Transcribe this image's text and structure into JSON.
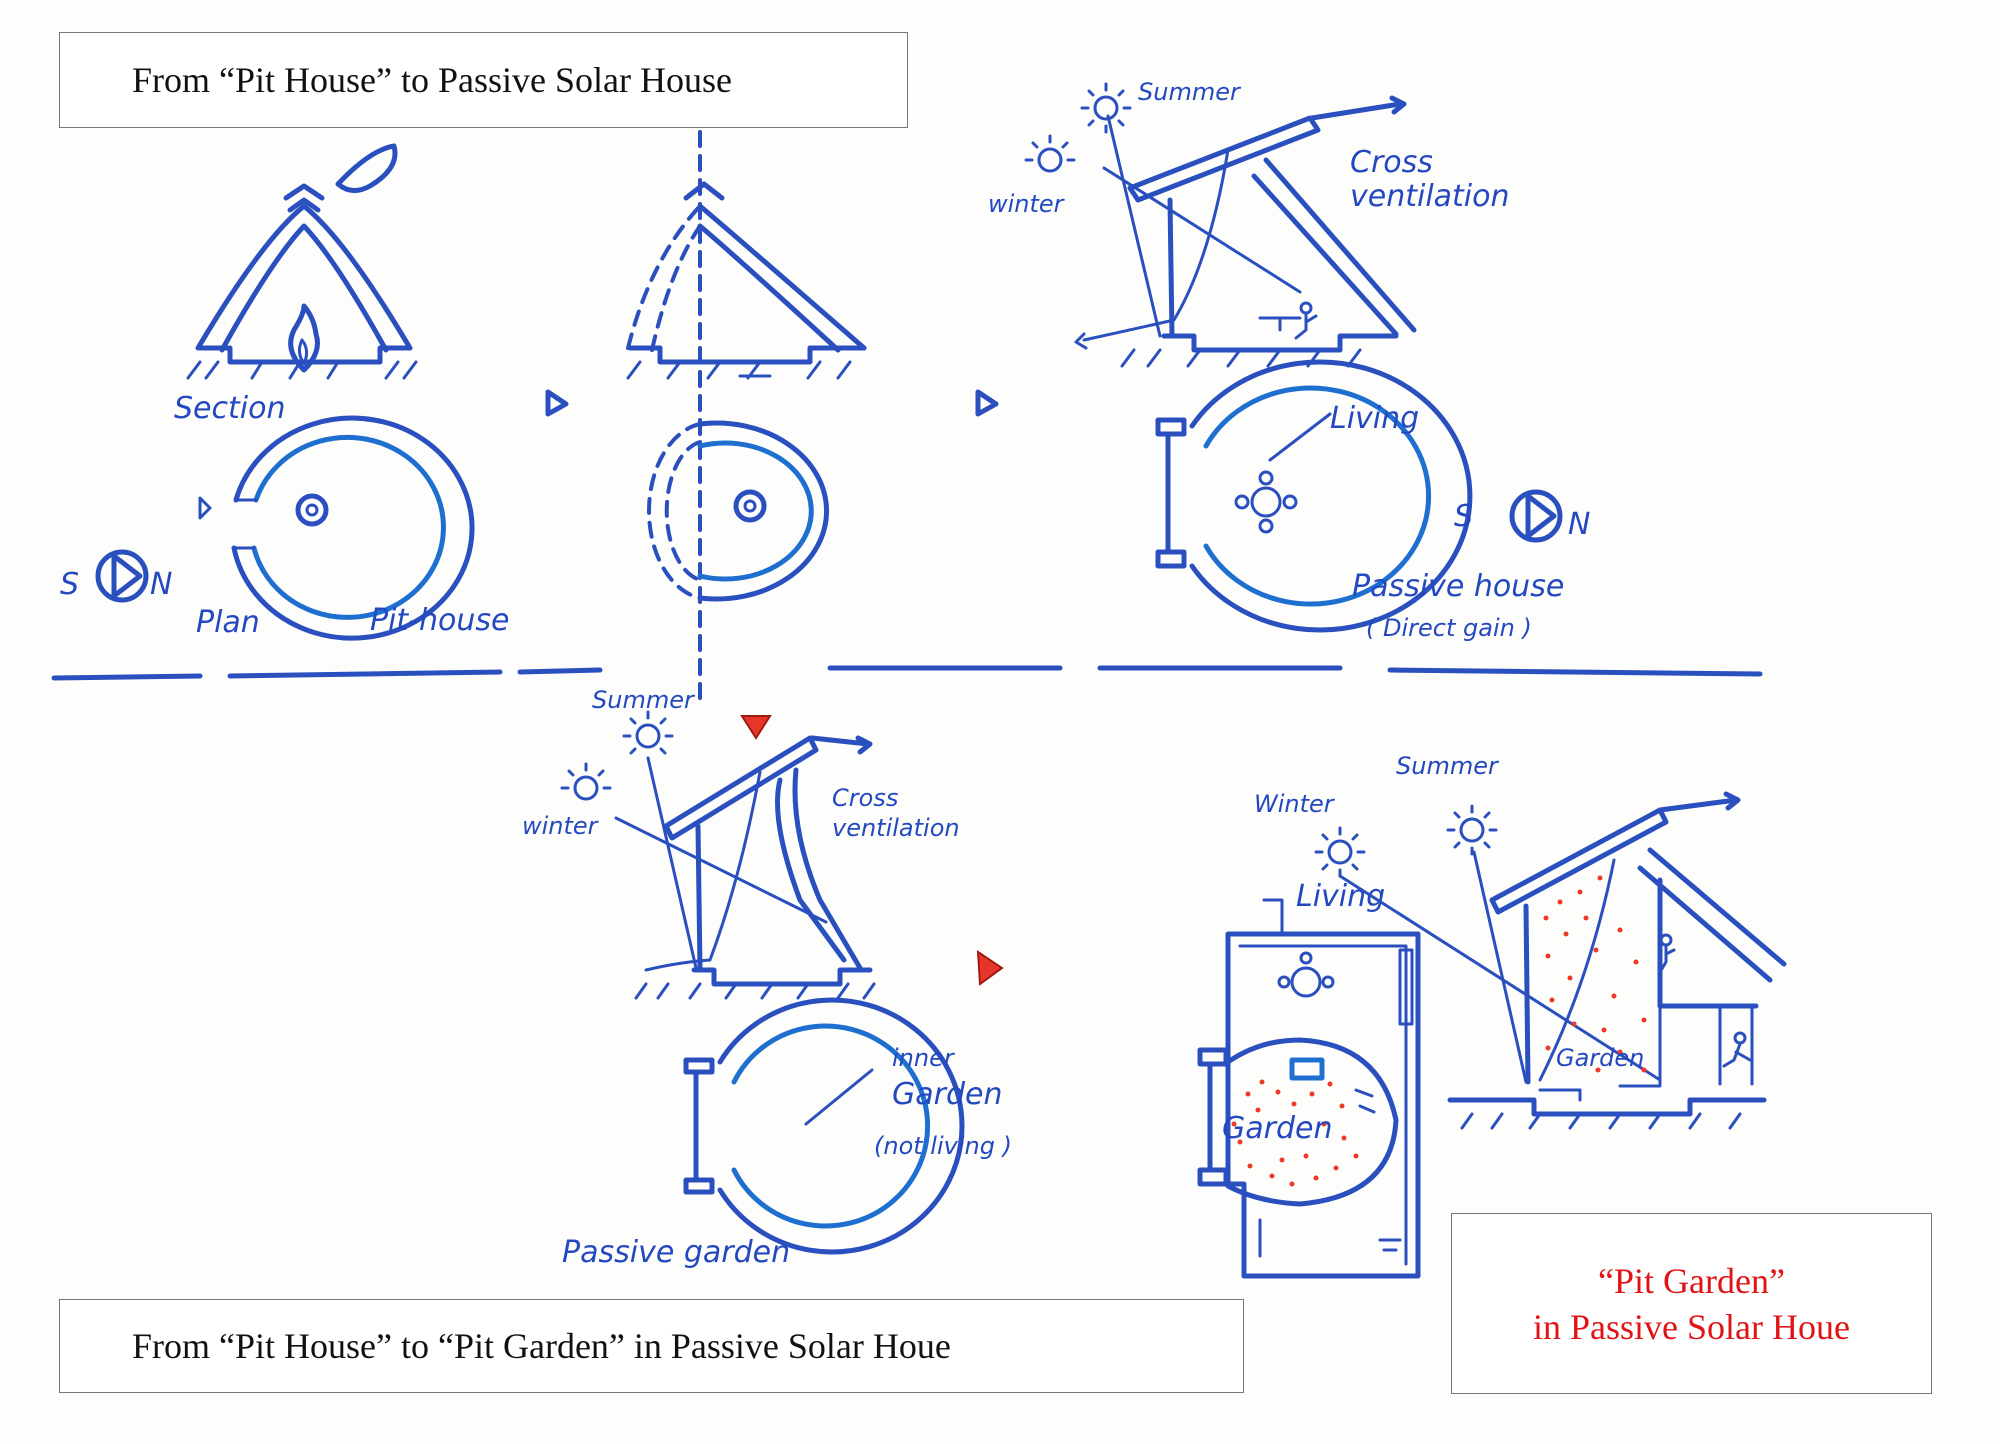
{
  "titles": {
    "top": "From “Pit House” to Passive Solar House",
    "bottom": "From “Pit House” to “Pit Garden” in Passive Solar Houe",
    "red_line1": "“Pit Garden”",
    "red_line2": "in Passive Solar Houe"
  },
  "labels": {
    "section": "Section",
    "plan": "Plan",
    "pit_house": "Pit-house",
    "s1": "S",
    "n1": "N",
    "summer1": "Summer",
    "winter1": "winter",
    "cross1_line1": "Cross",
    "cross1_line2": "ventilation",
    "living1": "Living",
    "s2": "S",
    "n2": "N",
    "passive_house": "Passive house",
    "direct_gain": "( Direct gain )",
    "summer2": "Summer",
    "winter2": "winter",
    "cross2_line1": "Cross",
    "cross2_line2": "ventilation",
    "inner": "inner",
    "garden_word": "Garden",
    "not_living": "(not living )",
    "passive_garden": "Passive garden",
    "summer3": "Summer",
    "winter3": "Winter",
    "living2": "Living",
    "garden_plan": "Garden",
    "garden_section": "Garden"
  },
  "colors": {
    "ink": "#2a4fbf",
    "ink_light": "#1f6fd0",
    "accent_red": "#e01414",
    "garden_dots": "#ef3a2a"
  },
  "icons": [
    "sun-icon",
    "flame-icon",
    "person-icon",
    "compass-icon",
    "arrow-right-icon",
    "arrow-down-icon"
  ]
}
